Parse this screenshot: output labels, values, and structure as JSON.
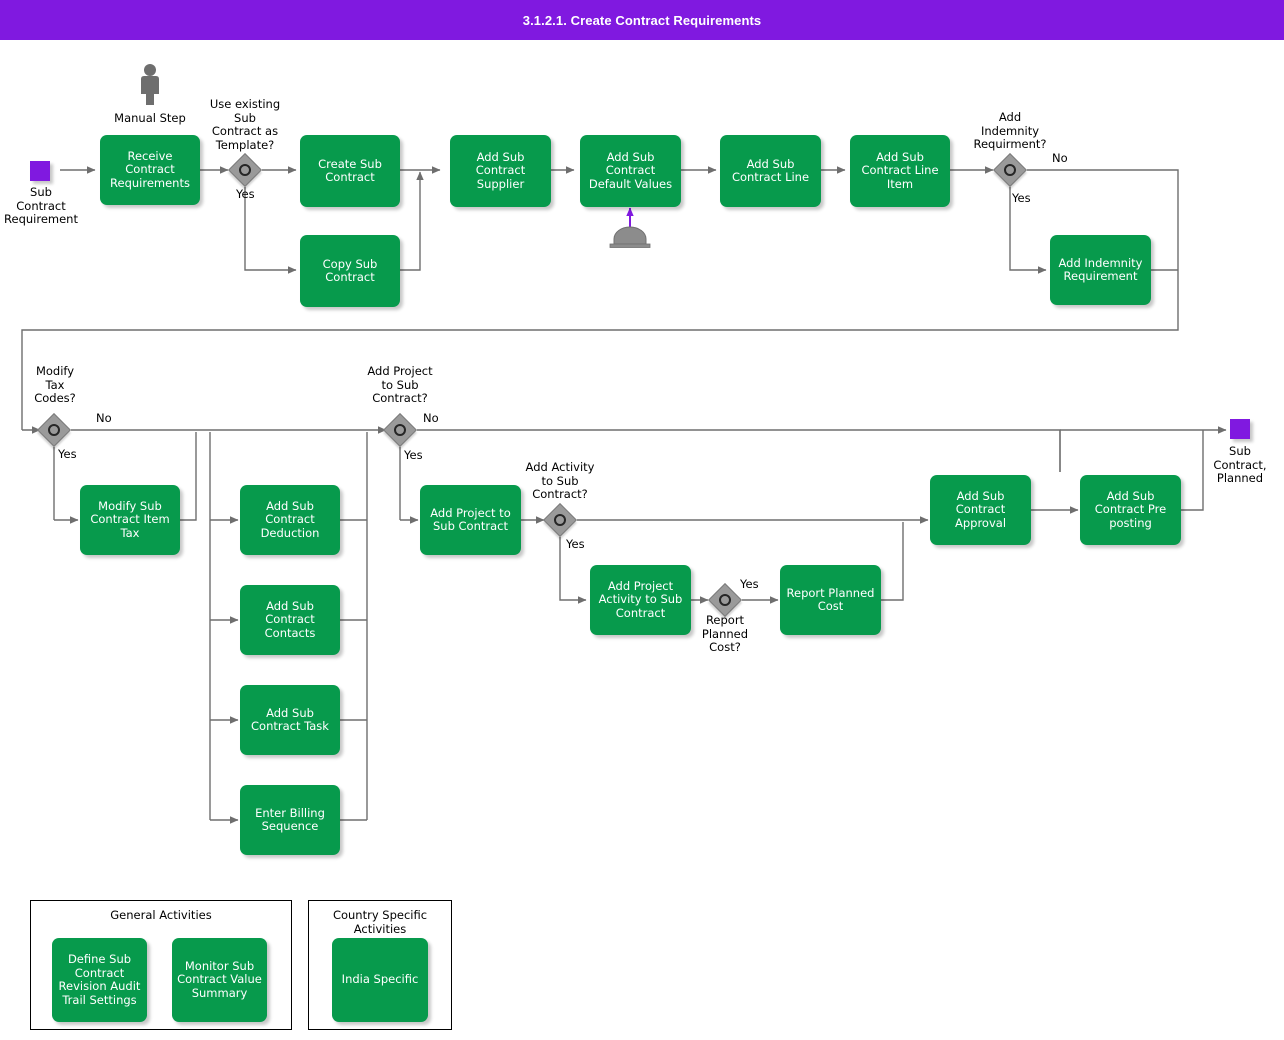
{
  "header": {
    "title": "3.1.2.1. Create Contract Requirements"
  },
  "colors": {
    "task_green": "#079A4C",
    "event_purple": "#8019E0",
    "header_purple": "#8019E0",
    "gateway_gray": "#9A9A9A",
    "connector_gray": "#6E6E6E",
    "datastore_arrow_purple": "#8019E0"
  },
  "events": {
    "start": {
      "label": "Sub\nContract\nRequirement"
    },
    "end": {
      "label": "Sub\nContract,\nPlanned"
    }
  },
  "icons": {
    "manual_step": {
      "label": "Manual Step",
      "name": "manual-step-icon"
    },
    "datastore": {
      "name": "datastore-icon"
    }
  },
  "tasks": [
    {
      "id": "receive-contract-requirements",
      "label": "Receive\nContract\nRequirements"
    },
    {
      "id": "create-sub-contract",
      "label": "Create Sub\nContract"
    },
    {
      "id": "copy-sub-contract",
      "label": "Copy Sub\nContract"
    },
    {
      "id": "add-sub-contract-supplier",
      "label": "Add Sub\nContract\nSupplier"
    },
    {
      "id": "add-sub-contract-default-values",
      "label": "Add Sub\nContract Default\nValues"
    },
    {
      "id": "add-sub-contract-line",
      "label": "Add Sub\nContract Line"
    },
    {
      "id": "add-sub-contract-line-item",
      "label": "Add Sub\nContract Line\nItem"
    },
    {
      "id": "add-indemnity-requirement",
      "label": "Add Indemnity\nRequirement"
    },
    {
      "id": "modify-sub-contract-item-tax",
      "label": "Modify Sub\nContract Item\nTax"
    },
    {
      "id": "add-sub-contract-deduction",
      "label": "Add Sub\nContract\nDeduction"
    },
    {
      "id": "add-sub-contract-contacts",
      "label": "Add Sub\nContract\nContacts"
    },
    {
      "id": "add-sub-contract-task",
      "label": "Add Sub\nContract Task"
    },
    {
      "id": "enter-billing-sequence",
      "label": "Enter Billing\nSequence"
    },
    {
      "id": "add-project-to-sub-contract",
      "label": "Add Project to\nSub Contract"
    },
    {
      "id": "add-project-activity-to-sub-contract",
      "label": "Add Project\nActivity to Sub\nContract"
    },
    {
      "id": "report-planned-cost",
      "label": "Report Planned\nCost"
    },
    {
      "id": "add-sub-contract-approval",
      "label": "Add Sub\nContract\nApproval"
    },
    {
      "id": "add-sub-contract-pre-posting",
      "label": "Add Sub\nContract Pre\nposting"
    }
  ],
  "gateways": [
    {
      "id": "use-existing-template",
      "label": "Use existing\nSub\nContract as\nTemplate?",
      "yes": "Yes"
    },
    {
      "id": "add-indemnity-requirment",
      "label": "Add\nIndemnity\nRequirment?",
      "yes": "Yes",
      "no": "No"
    },
    {
      "id": "modify-tax-codes",
      "label": "Modify\nTax\nCodes?",
      "yes": "Yes",
      "no": "No"
    },
    {
      "id": "add-project-to-sub-contract",
      "label": "Add Project\nto Sub\nContract?",
      "yes": "Yes",
      "no": "No"
    },
    {
      "id": "add-activity-to-sub-contract",
      "label": "Add Activity\nto Sub\nContract?",
      "yes": "Yes"
    },
    {
      "id": "report-planned-cost",
      "label": "Report\nPlanned\nCost?",
      "yes": "Yes"
    }
  ],
  "legends": [
    {
      "id": "general-activities",
      "title": "General Activities",
      "items": [
        {
          "id": "define-sub-contract-revision-audit-trail-settings",
          "label": "Define Sub\nContract\nRevision Audit\nTrail Settings"
        },
        {
          "id": "monitor-sub-contract-value-summary",
          "label": "Monitor Sub\nContract Value\nSummary"
        }
      ]
    },
    {
      "id": "country-specific-activities",
      "title": "Country Specific Activities",
      "items": [
        {
          "id": "india-specific",
          "label": "India Specific"
        }
      ]
    }
  ]
}
